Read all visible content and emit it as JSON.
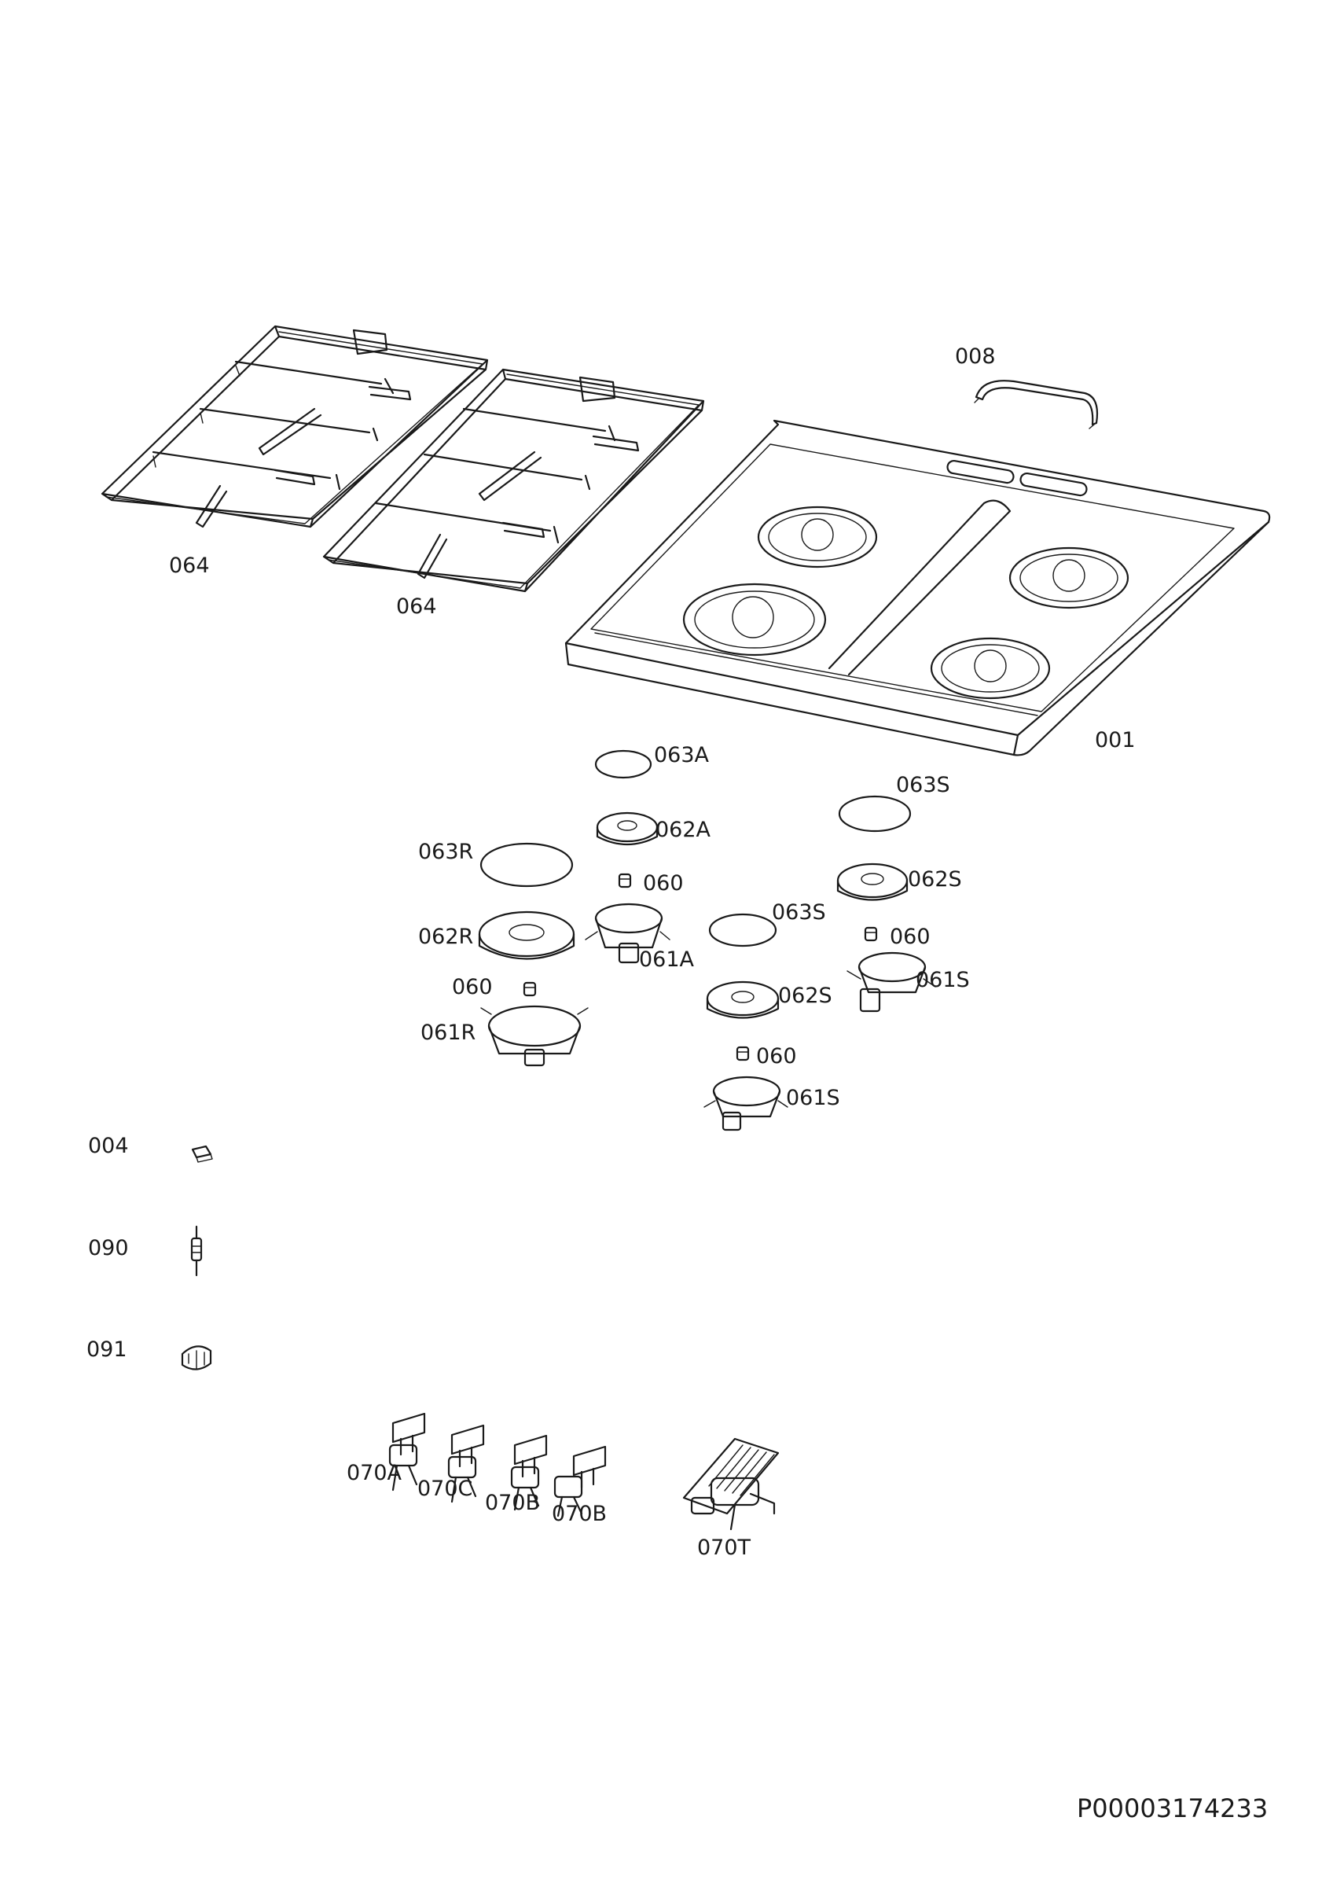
{
  "parts": {
    "grid_left": "064",
    "grid_right": "064",
    "lid_handle": "008",
    "hob_top": "001",
    "cap_063A": "063A",
    "cap_063S_top": "063S",
    "crown_062A": "062A",
    "cap_063R": "063R",
    "injector_060_a": "060",
    "crown_062S_top": "062S",
    "crown_062R": "062R",
    "cap_063S_mid": "063S",
    "injector_060_s_top": "060",
    "body_061A": "061A",
    "body_061S_top": "061S",
    "injector_060_r": "060",
    "crown_062S_mid": "062S",
    "body_061R": "061R",
    "injector_060_s_mid": "060",
    "body_061S_mid": "061S",
    "part_004": "004",
    "part_090": "090",
    "part_091": "091",
    "valve_070A": "070A",
    "valve_070C": "070C",
    "valve_070B_a": "070B",
    "valve_070B_b": "070B",
    "valve_070T": "070T"
  },
  "document_id": "P00003174233"
}
